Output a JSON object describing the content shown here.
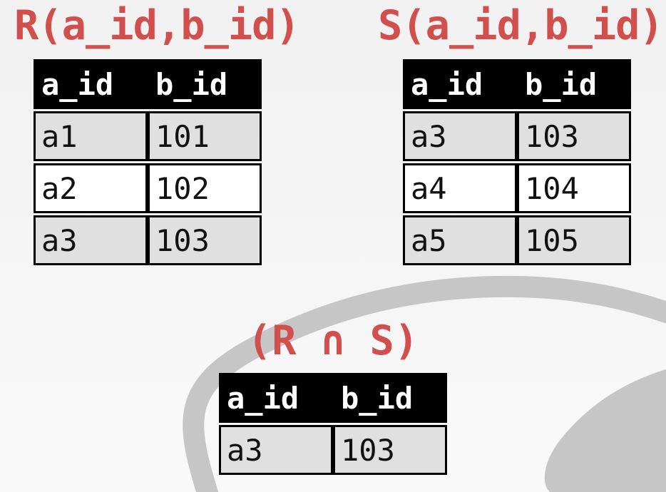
{
  "slide": {
    "accent_red": "#d14f4c",
    "watermark_gray": "#c6c6c6",
    "row_alt_gray": "#e0e0e0",
    "header_bg": "#000000",
    "background": "#f2f2f2"
  },
  "relation_r": {
    "title": "R(a_id,b_id)",
    "columns": [
      "a_id",
      "b_id"
    ],
    "rows": [
      [
        "a1",
        "101"
      ],
      [
        "a2",
        "102"
      ],
      [
        "a3",
        "103"
      ]
    ]
  },
  "relation_s": {
    "title": "S(a_id,b_id)",
    "columns": [
      "a_id",
      "b_id"
    ],
    "rows": [
      [
        "a3",
        "103"
      ],
      [
        "a4",
        "104"
      ],
      [
        "a5",
        "105"
      ]
    ]
  },
  "result": {
    "title": "(R ∩ S)",
    "columns": [
      "a_id",
      "b_id"
    ],
    "rows": [
      [
        "a3",
        "103"
      ]
    ]
  }
}
